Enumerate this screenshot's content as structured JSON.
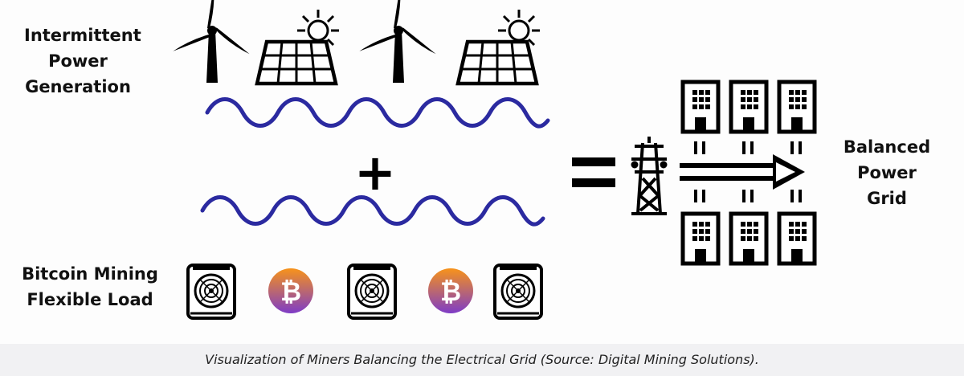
{
  "labels": {
    "intermittent": [
      "Intermittent",
      "Power",
      "Generation"
    ],
    "mining": [
      "Bitcoin Mining",
      "Flexible Load"
    ],
    "balanced": [
      "Balanced",
      "Power",
      "Grid"
    ]
  },
  "caption": "Visualization of Miners Balancing the Electrical Grid (Source: Digital Mining Solutions).",
  "operators": {
    "plus": "+",
    "equals": "="
  },
  "colors": {
    "wave": "#2b2aa0",
    "bitcoin_gradient": [
      "#f7931a",
      "#7e3cc7"
    ],
    "ink": "#000000"
  },
  "icons": {
    "generation_row": [
      "wind-turbine-icon",
      "solar-panel-icon",
      "wind-turbine-icon",
      "solar-panel-icon"
    ],
    "mining_row": [
      "asic-miner-icon",
      "bitcoin-icon",
      "asic-miner-icon",
      "bitcoin-icon",
      "asic-miner-icon"
    ],
    "grid": [
      "transmission-tower-icon",
      "arrow-right-icon",
      "building-icon"
    ]
  },
  "bitcoin_symbol": "₿"
}
